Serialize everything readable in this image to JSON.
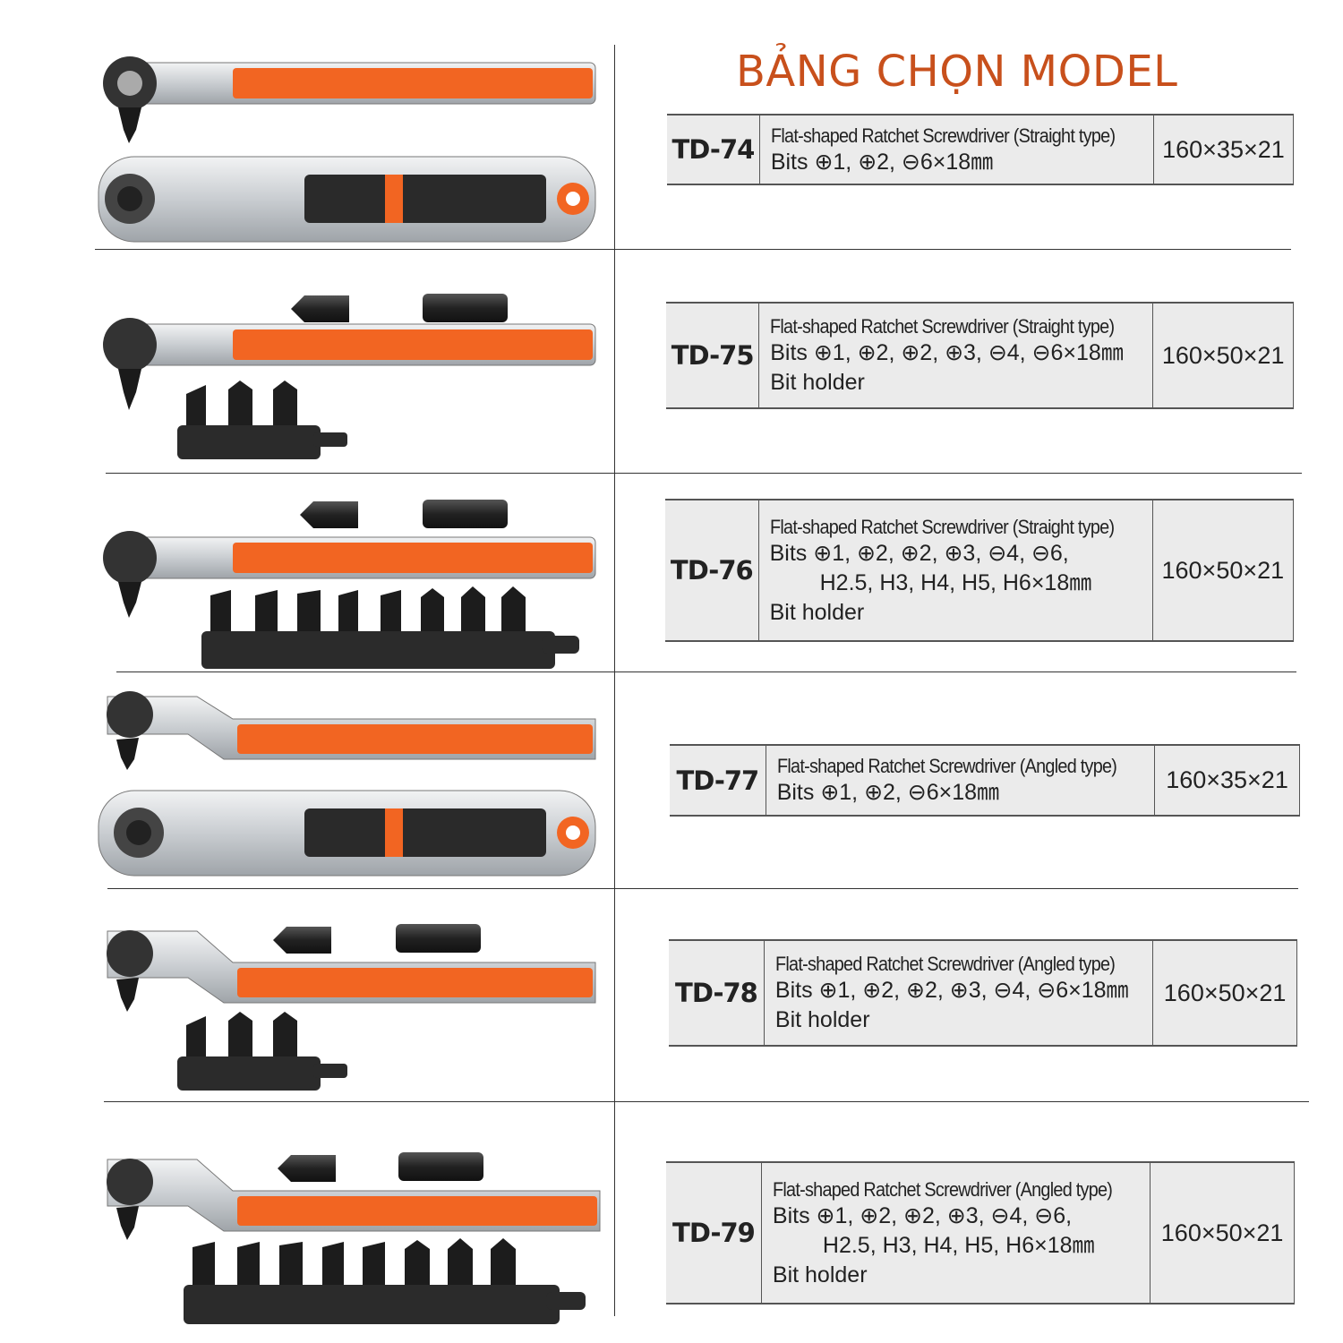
{
  "page_title": "BẢNG CHỌN MODEL",
  "rows": [
    {
      "model": "TD-74",
      "desc_line1": "Flat-shaped Ratchet Screwdriver (Straight type)",
      "bits_line": "Bits  ⊕1, ⊕2, ⊖6×18㎜",
      "bits_line2": "",
      "holder": "",
      "dimensions": "160×35×21"
    },
    {
      "model": "TD-75",
      "desc_line1": "Flat-shaped Ratchet Screwdriver (Straight type)",
      "bits_line": "Bits  ⊕1, ⊕2, ⊕2, ⊕3, ⊖4, ⊖6×18㎜",
      "bits_line2": "",
      "holder": "Bit holder",
      "dimensions": "160×50×21"
    },
    {
      "model": "TD-76",
      "desc_line1": "Flat-shaped Ratchet Screwdriver (Straight type)",
      "bits_line": "Bits  ⊕1, ⊕2, ⊕2, ⊕3, ⊖4, ⊖6,",
      "bits_line2": "H2.5, H3, H4, H5, H6×18㎜",
      "holder": "Bit holder",
      "dimensions": "160×50×21"
    },
    {
      "model": "TD-77",
      "desc_line1": "Flat-shaped Ratchet Screwdriver (Angled type)",
      "bits_line": "Bits  ⊕1, ⊕2, ⊖6×18㎜",
      "bits_line2": "",
      "holder": "",
      "dimensions": "160×35×21"
    },
    {
      "model": "TD-78",
      "desc_line1": "Flat-shaped Ratchet Screwdriver (Angled type)",
      "bits_line": "Bits  ⊕1, ⊕2, ⊕2, ⊕3, ⊖4, ⊖6×18㎜",
      "bits_line2": "",
      "holder": "Bit holder",
      "dimensions": "160×50×21"
    },
    {
      "model": "TD-79",
      "desc_line1": "Flat-shaped Ratchet Screwdriver (Angled type)",
      "bits_line": "Bits  ⊕1, ⊕2, ⊕2, ⊕3, ⊖4, ⊖6,",
      "bits_line2": "H2.5, H3, H4, H5, H6×18㎜",
      "holder": "Bit holder",
      "dimensions": "160×50×21"
    }
  ],
  "colors": {
    "title": "#c8501c",
    "handle_orange": "#f26522",
    "metal": "#d9dcdf",
    "bit_black": "#222222",
    "table_bg": "#ebebeb"
  },
  "icons": [
    "ratchet-screwdriver-straight-image",
    "ratchet-screwdriver-angled-image",
    "bit-holder-image",
    "screwdriver-bit-image"
  ]
}
